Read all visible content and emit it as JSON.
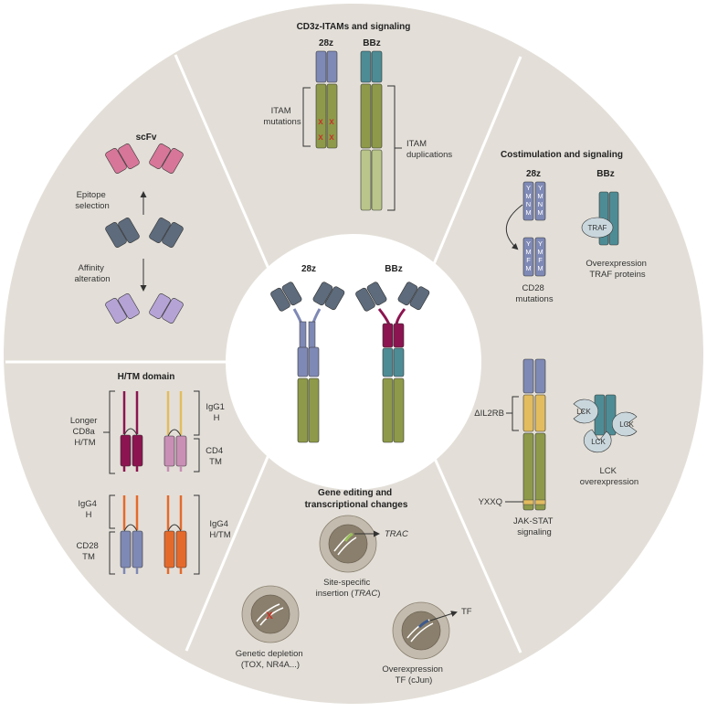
{
  "colors": {
    "ring": "#E3DFD8",
    "divider": "#FFFFFF",
    "center": "#FFFFFF",
    "scfv_gray": "#5D6B7C",
    "cd28_purple": "#7F89B5",
    "cd3z_green": "#8E9A49",
    "cd3z_light": "#B9C58A",
    "bbz_teal": "#4E8C95",
    "cd8_maroon": "#8C1450",
    "pink": "#D77699",
    "lavender": "#B5A3D6",
    "gold": "#E2BC5F",
    "igg4_orange": "#E46A2C",
    "cd4_mauve": "#C98FB5",
    "traf_light": "#C9D7DD",
    "dna_green": "#9AC05A",
    "dna_blue": "#3D5A8C",
    "mutation_red": "#C0392B"
  },
  "center": {
    "label_28z": "28z",
    "label_bbz": "BBz"
  },
  "top": {
    "title": "CD3z-ITAMs and signaling",
    "label_28z": "28z",
    "label_bbz": "BBz",
    "itam_mutations": [
      "ITAM",
      "mutations"
    ],
    "itam_duplications": [
      "ITAM",
      "duplications"
    ],
    "mutation_mark": "x"
  },
  "scfv": {
    "title": "scFv",
    "epitope": [
      "Epitope",
      "selection"
    ],
    "affinity": [
      "Affinity",
      "alteration"
    ]
  },
  "costim": {
    "title": "Costimulation and signaling",
    "label_28z": "28z",
    "label_bbz": "BBz",
    "motif_top": [
      "Y",
      "M",
      "N",
      "M"
    ],
    "motif_bottom": [
      "Y",
      "M",
      "F",
      "M"
    ],
    "traf": "TRAF",
    "cd28_mutations": [
      "CD28",
      "mutations"
    ],
    "overexpression_traf": [
      "Overexpression",
      "TRAF proteins"
    ]
  },
  "jak": {
    "il2rb": "ΔIL2RB",
    "yxxq": "YXXQ",
    "jak_stat": [
      "JAK-STAT",
      "signaling"
    ],
    "lck": "LCK",
    "lck_over": [
      "LCK",
      "overexpression"
    ]
  },
  "htm": {
    "title": "H/TM domain",
    "longer": [
      "Longer",
      "CD8a",
      "H/TM"
    ],
    "igg1": [
      "IgG1",
      "H"
    ],
    "cd4": [
      "CD4",
      "TM"
    ],
    "igg4h": [
      "IgG4",
      "H"
    ],
    "cd28tm": [
      "CD28",
      "TM"
    ],
    "igg4htm": [
      "IgG4",
      "H/TM"
    ]
  },
  "gene": {
    "title": [
      "Gene editing and",
      "transcriptional changes"
    ],
    "trac": "TRAC",
    "site_specific": [
      "Site-specific",
      "insertion (",
      "TRAC",
      ")"
    ],
    "genetic_depletion": [
      "Genetic depletion",
      "(TOX, NR4A...)"
    ],
    "tf": "TF",
    "overexpression_tf": [
      "Overexpression",
      "TF (cJun)"
    ],
    "mutation_mark": "x"
  }
}
